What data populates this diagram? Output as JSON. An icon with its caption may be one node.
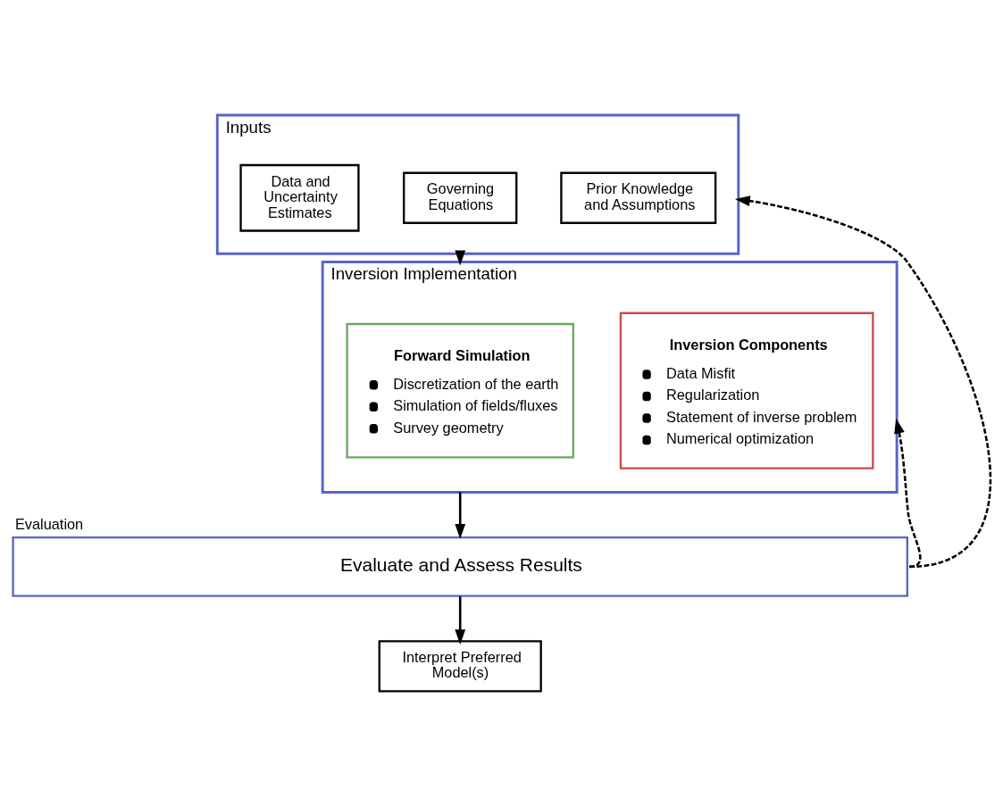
{
  "diagram": {
    "nodes": [
      {
        "text": [
          "Inputs"
        ]
      },
      {
        "text": [
          "Data and Uncertainty Estimates"
        ],
        "in": 0
      },
      {
        "text": [
          "Governing Equations"
        ],
        "in": 0
      },
      {
        "text": [
          "Prior Knowledge and Assumptions"
        ],
        "in": 0
      },
      {
        "text": [
          "Inversion Implementation"
        ]
      },
      {
        "text": [
          "Forward Simulation",
          "Discretization of the earth",
          "Simulation of fields/fluxes",
          "Survey geometry"
        ],
        "in": 4
      },
      {
        "text": [
          "Inversion Components",
          "Data Misfit",
          "Regularization",
          "Statement of inverse problem",
          "Numerical optimization"
        ],
        "in": 4
      },
      {
        "text": [
          "Evaluation",
          "Evaluate and Assess Results"
        ]
      },
      {
        "text": [
          "Interpret Preferred Model(s)"
        ]
      }
    ],
    "edges": [
      {
        "from": 0,
        "to": 4,
        "arrow": "to"
      },
      {
        "from": 4,
        "to": 7,
        "arrow": "to"
      },
      {
        "from": 7,
        "to": 8,
        "arrow": "to"
      },
      {
        "from": 7,
        "to": 0,
        "arrow": "to",
        "style": "dashed"
      },
      {
        "from": 7,
        "to": 4,
        "arrow": "to",
        "style": "dashed"
      }
    ]
  }
}
